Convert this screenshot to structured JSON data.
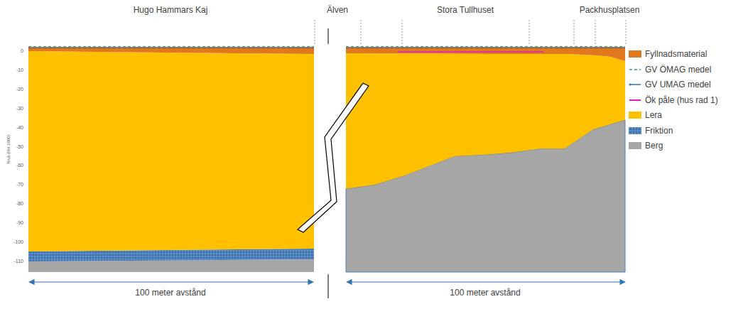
{
  "diagram": {
    "labels": [
      "Hugo Hammars Kaj",
      "Älven",
      "Stora Tullhuset",
      "Packhusplatsen",
      "0",
      "-10",
      "-20",
      "-30",
      "-40",
      "-50",
      "-60",
      "-70",
      "-80",
      "-90",
      "-100",
      "-110",
      "Nivå (RH 2000)",
      "100 meter avstånd",
      "100 meter avstånd"
    ],
    "legend": [
      {
        "text": "Fyllnadsmaterial",
        "color": "#e0781e"
      },
      {
        "text": "GV ÖMAG medel"
      },
      {
        "text": "GV UMAG medel"
      },
      {
        "text": "Ök påle (hus rad 1)"
      },
      {
        "text": "Lera",
        "color": "#ffc000"
      },
      {
        "text": "Friktion"
      },
      {
        "text": "Berg",
        "color": "#a6a6a6"
      }
    ]
  }
}
